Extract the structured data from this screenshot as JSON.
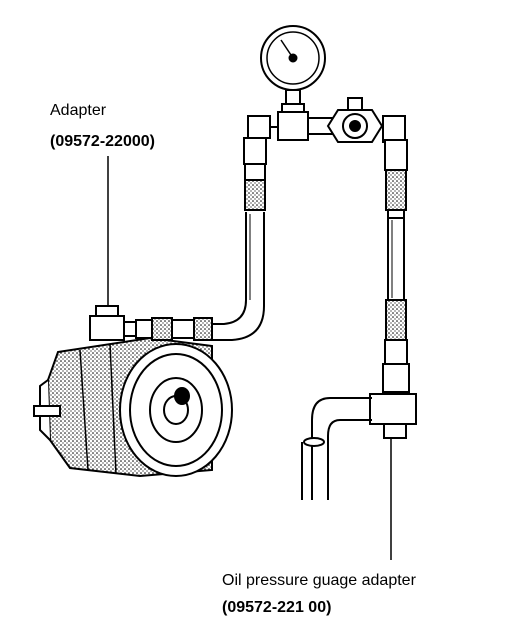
{
  "labels": {
    "adapter": {
      "name": "Adapter",
      "part_no": "(09572-22000)"
    },
    "gauge_adapter": {
      "name": "Oil pressure guage adapter",
      "part_no": "(09572-221 00)"
    }
  },
  "colors": {
    "ink": "#000000",
    "paper": "#ffffff",
    "shade": "#9a9a9a"
  }
}
